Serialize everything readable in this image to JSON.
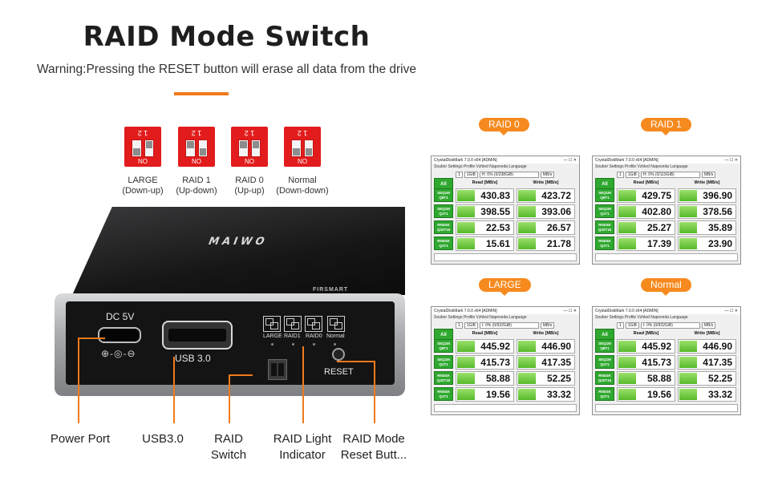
{
  "header": {
    "title": "RAID Mode Switch",
    "warning": "Warning:Pressing the RESET button will erase all data from the drive"
  },
  "dip_modes": [
    {
      "name": "LARGE",
      "detail": "(Down-up)",
      "switch1": "down",
      "switch2": "up",
      "off_label": "NO",
      "nums": "1 2"
    },
    {
      "name": "RAID 1",
      "detail": "(Up-down)",
      "switch1": "up",
      "switch2": "down",
      "off_label": "NO",
      "nums": "1 2"
    },
    {
      "name": "RAID 0",
      "detail": "(Up-up)",
      "switch1": "up",
      "switch2": "up",
      "off_label": "NO",
      "nums": "1 2"
    },
    {
      "name": "Normal",
      "detail": "(Down-down)",
      "switch1": "down",
      "switch2": "down",
      "off_label": "NO",
      "nums": "1 2"
    }
  ],
  "device": {
    "logo": "MAIWO",
    "model": "FIRSMART",
    "dc_label": "DC 5V",
    "dc_symbol": "⊕-◎-⊖",
    "usb_label": "USB 3.0",
    "led_labels": [
      "LARGE",
      "RAID1",
      "RAID0",
      "Normal"
    ],
    "reset_label": "RESET"
  },
  "callouts": {
    "power": "Power Port",
    "usb": "USB3.0",
    "raid_switch_1": "RAID",
    "raid_switch_2": "Switch",
    "raid_light_1": "RAID Light",
    "raid_light_2": "Indicator",
    "reset_1": "RAID Mode",
    "reset_2": "Reset Butt..."
  },
  "benchmark_common": {
    "window_title": "CrystalDiskMark 7.0.0 x64 [ADMIN]",
    "window_controls": "—  ☐  ✕",
    "menu": "Soubor   Settings   Profile   Vzhled   Napoveda   Language",
    "count": "1",
    "size": "1GiB",
    "unit": "MB/s",
    "all_label": "All",
    "read_header": "Read [MB/s]",
    "write_header": "Write [MB/s]",
    "rows": [
      {
        "label1": "SEQ1M",
        "label2": "Q8T1"
      },
      {
        "label1": "SEQ1M",
        "label2": "Q1T1"
      },
      {
        "label1": "RND4K",
        "label2": "Q32T16"
      },
      {
        "label1": "RND4K",
        "label2": "Q1T1"
      }
    ]
  },
  "benchmarks": [
    {
      "mode": "RAID 0",
      "drive": "H: 0% (0/238GiB)",
      "read": [
        "430.83",
        "398.55",
        "22.53",
        "15.61"
      ],
      "write": [
        "423.72",
        "393.06",
        "26.57",
        "21.78"
      ]
    },
    {
      "mode": "RAID 1",
      "drive": "H: 0% (0/119GiB)",
      "read": [
        "429.75",
        "402.80",
        "25.27",
        "17.39"
      ],
      "write": [
        "396.90",
        "378.56",
        "35.89",
        "23.90"
      ]
    },
    {
      "mode": "LARGE",
      "drive": "I: 0% (0/932GiB)",
      "read": [
        "445.92",
        "415.73",
        "58.88",
        "19.56"
      ],
      "write": [
        "446.90",
        "417.35",
        "52.25",
        "33.32"
      ]
    },
    {
      "mode": "Normal",
      "drive": "I: 0% (0/932GiB)",
      "read": [
        "445.92",
        "415.73",
        "58.88",
        "19.56"
      ],
      "write": [
        "446.90",
        "417.35",
        "52.25",
        "33.32"
      ]
    }
  ],
  "colors": {
    "accent": "#f07a1a",
    "dip_red": "#e21c1c",
    "bench_green": "#2fa82f"
  }
}
